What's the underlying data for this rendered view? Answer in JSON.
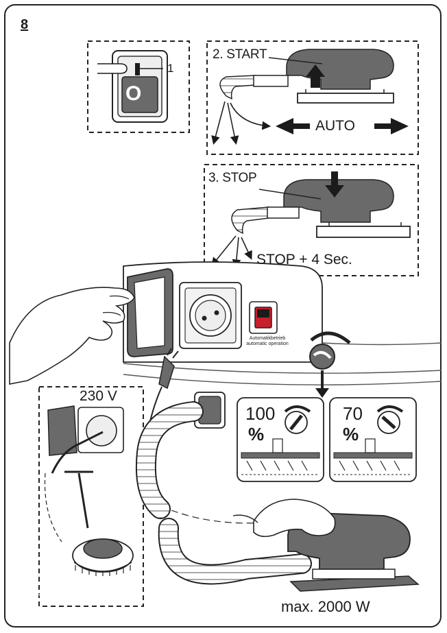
{
  "page": {
    "figure_number": "8"
  },
  "switch_panel": {
    "on_mark": "1",
    "off_mark": "O"
  },
  "start_panel": {
    "label": "2. START",
    "mode": "AUTO"
  },
  "stop_panel": {
    "label": "3. STOP",
    "delay": "STOP + 4 Sec."
  },
  "device": {
    "switch_caption_de": "Automatikbetrieb",
    "switch_caption_en": "automatic operation"
  },
  "voltage_panel": {
    "voltage": "230 V"
  },
  "suction_settings": [
    {
      "value": "100",
      "unit": "%"
    },
    {
      "value": "70",
      "unit": "%"
    }
  ],
  "tool": {
    "max_power": "max. 2000 W"
  },
  "colors": {
    "ink": "#1b1b1b",
    "tool_gray": "#6a6a6a",
    "red_switch": "#c8202a"
  }
}
